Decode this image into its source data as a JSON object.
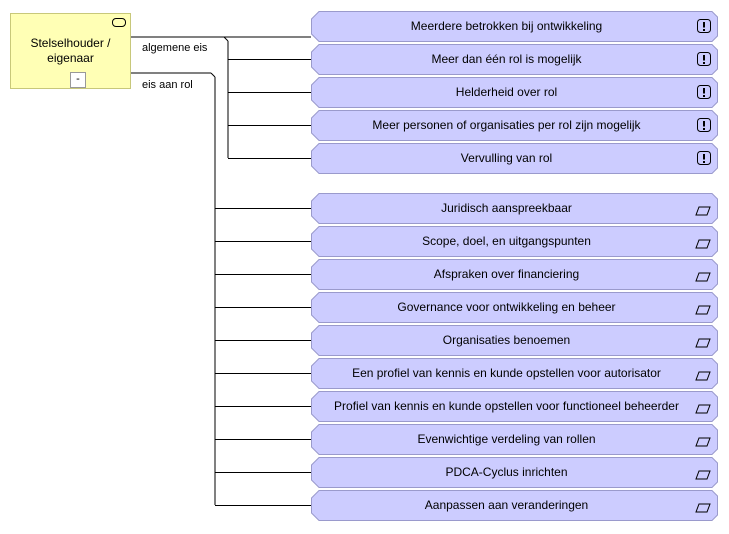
{
  "role": {
    "title_line1": "Stelselhouder /",
    "title_line2": "eigenaar",
    "toggle": "-"
  },
  "edges": {
    "general": "algemene eis",
    "role_req": "eis aan rol"
  },
  "group1": [
    "Meerdere betrokken bij ontwikkeling",
    "Meer dan één rol is mogelijk",
    "Helderheid over rol",
    "Meer personen of organisaties per rol zijn mogelijk",
    "Vervulling van rol"
  ],
  "group2": [
    "Juridisch aanspreekbaar",
    "Scope, doel, en uitgangspunten",
    "Afspraken over financiering",
    "Governance voor ontwikkeling en beheer",
    "Organisaties benoemen",
    "Een profiel van kennis en kunde opstellen voor autorisator",
    "Profiel van kennis en kunde opstellen voor functioneel beheerder",
    "Evenwichtige verdeling van rollen",
    "PDCA-Cyclus inrichten",
    "Aanpassen aan veranderingen"
  ],
  "icons": {
    "group1": "principle-exclamation-icon",
    "group2": "requirement-parallelogram-icon"
  },
  "colors": {
    "element_fill": "#ccccff",
    "element_border": "#9a9acc",
    "role_fill": "#ffffb5"
  }
}
